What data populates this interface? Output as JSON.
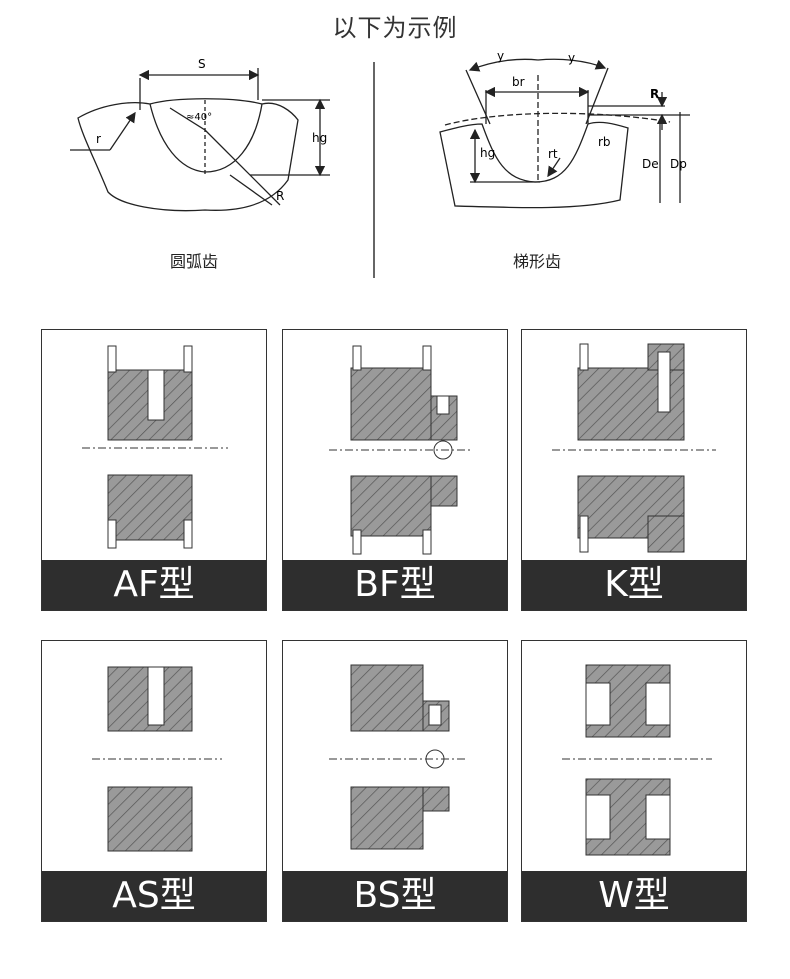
{
  "page": {
    "title": "以下为示例"
  },
  "profiles": {
    "arc": {
      "caption": "圆弧齿",
      "labels": {
        "s": "S",
        "angle": "≈40°",
        "r_small": "r",
        "hg": "hg",
        "r_big": "R"
      }
    },
    "trapezoid": {
      "caption": "梯形齿",
      "labels": {
        "y_left": "y",
        "y_right": "y",
        "br": "br",
        "r_bold": "R",
        "hg": "hg",
        "rt": "rt",
        "rb": "rb",
        "de": "De",
        "dp": "Dp"
      }
    }
  },
  "types": [
    {
      "id": "af",
      "label": "AF型"
    },
    {
      "id": "bf",
      "label": "BF型"
    },
    {
      "id": "k",
      "label": "K型"
    },
    {
      "id": "as",
      "label": "AS型"
    },
    {
      "id": "bs",
      "label": "BS型"
    },
    {
      "id": "w",
      "label": "W型"
    }
  ]
}
